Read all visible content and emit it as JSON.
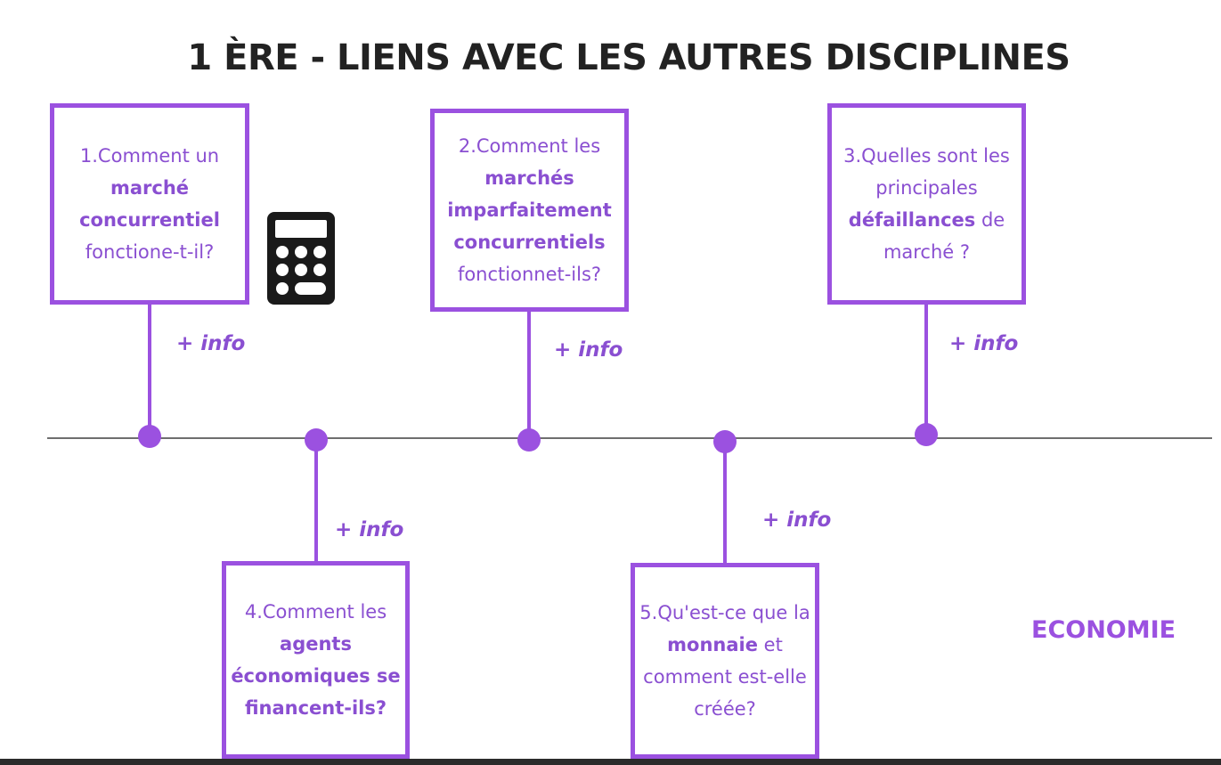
{
  "title": "1 ÈRE - LIENS AVEC LES AUTRES DISCIPLINES",
  "colors": {
    "accent": "#9b51e0",
    "text": "#222222",
    "axis": "#6e6e6e"
  },
  "info_label": "+ info",
  "icon": "calculator-icon",
  "nodes": [
    {
      "pre": "1.Comment un ",
      "bold": "marché concurrentiel",
      "post": " fonctione-t-il?"
    },
    {
      "pre": "2.Comment les ",
      "bold": "marchés imparfaitement concurrentiels",
      "post": " fonctionnet-ils?"
    },
    {
      "pre": "3.Quelles sont les principales ",
      "bold": "défaillances",
      "post": " de marché ?"
    },
    {
      "pre": "4.Comment les ",
      "bold": "agents économiques se financent-ils?",
      "post": ""
    },
    {
      "pre": "5.Qu'est-ce que la ",
      "bold": "monnaie",
      "post": " et comment est-elle créée?"
    }
  ],
  "footer_label": "ECONOMIE"
}
